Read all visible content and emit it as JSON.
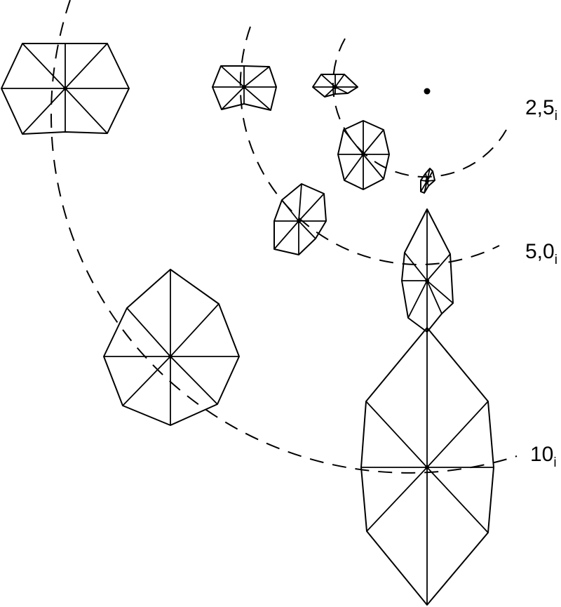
{
  "labels": {
    "r25": {
      "main": "2,5",
      "sub": "i"
    },
    "r50": {
      "main": "5,0",
      "sub": "i"
    },
    "r10": {
      "main": "10",
      "sub": "i"
    }
  }
}
